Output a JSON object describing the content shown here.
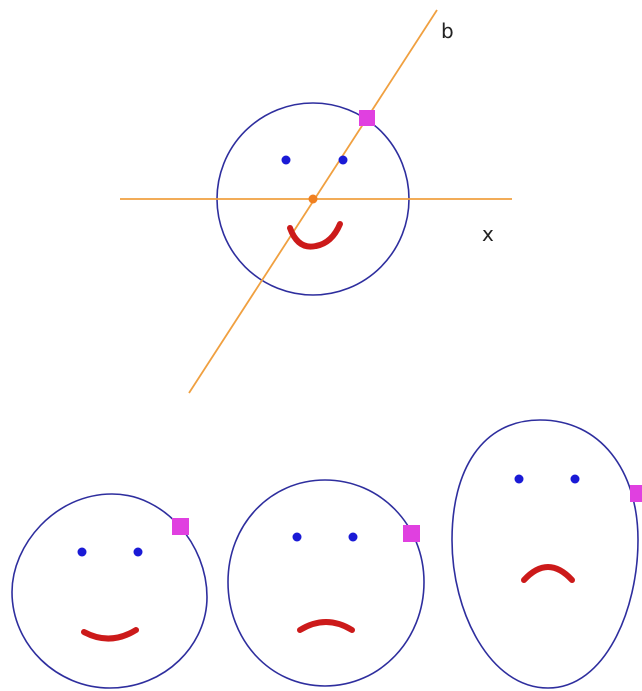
{
  "labels": {
    "line_b": "b",
    "line_x": "x"
  },
  "colors": {
    "face_outline": "#2e2e9e",
    "eyes": "#1a1ad6",
    "mouth": "#cc1a1a",
    "handle": "#e040e0",
    "construction_lines": "#f0a040",
    "center_point": "#f08020"
  },
  "panels": [
    {
      "id": "construction",
      "mouth": "smile",
      "face_shape": "circle"
    },
    {
      "id": "face-1",
      "mouth": "smile",
      "face_shape": "circle"
    },
    {
      "id": "face-2",
      "mouth": "frown",
      "face_shape": "circle"
    },
    {
      "id": "face-3",
      "mouth": "frown",
      "face_shape": "oval"
    }
  ]
}
